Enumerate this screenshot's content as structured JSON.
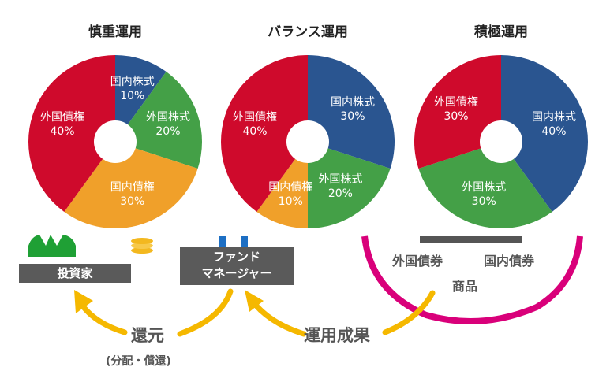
{
  "colors": {
    "domestic_stock": "#2a5590",
    "foreign_stock": "#44a047",
    "domestic_bond": "#f0a02a",
    "foreign_bond": "#cf0a2c",
    "arrow": "#f5b800",
    "ring": "#d9007a",
    "box": "#5a5a5a"
  },
  "chart_data": [
    {
      "type": "pie",
      "title": "慎重運用",
      "slices": [
        {
          "label": "国内株式",
          "pct_text": "10%",
          "value": 10,
          "key": "domestic_stock"
        },
        {
          "label": "外国株式",
          "pct_text": "20%",
          "value": 20,
          "key": "foreign_stock"
        },
        {
          "label": "国内債権",
          "pct_text": "30%",
          "value": 30,
          "key": "domestic_bond"
        },
        {
          "label": "外国債権",
          "pct_text": "40%",
          "value": 40,
          "key": "foreign_bond"
        }
      ]
    },
    {
      "type": "pie",
      "title": "バランス運用",
      "slices": [
        {
          "label": "国内株式",
          "pct_text": "30%",
          "value": 30,
          "key": "domestic_stock"
        },
        {
          "label": "外国株式",
          "pct_text": "20%",
          "value": 20,
          "key": "foreign_stock"
        },
        {
          "label": "国内債権",
          "pct_text": "10%",
          "value": 10,
          "key": "domestic_bond"
        },
        {
          "label": "外国債権",
          "pct_text": "40%",
          "value": 40,
          "key": "foreign_bond"
        }
      ]
    },
    {
      "type": "pie",
      "title": "積極運用",
      "slices": [
        {
          "label": "国内株式",
          "pct_text": "40%",
          "value": 40,
          "key": "domestic_stock"
        },
        {
          "label": "外国株式",
          "pct_text": "30%",
          "value": 30,
          "key": "foreign_stock"
        },
        {
          "label": "外国債権",
          "pct_text": "30%",
          "value": 30,
          "key": "foreign_bond"
        }
      ]
    }
  ],
  "diagram": {
    "investor": "投資家",
    "fund_manager_line1": "ファンド",
    "fund_manager_line2": "マネージャー",
    "foreign_bond": "外国債券",
    "domestic_bond": "国内債券",
    "product": "商品",
    "return_label": "還元",
    "return_sub": "(分配・償還)",
    "result_label": "運用成果"
  }
}
